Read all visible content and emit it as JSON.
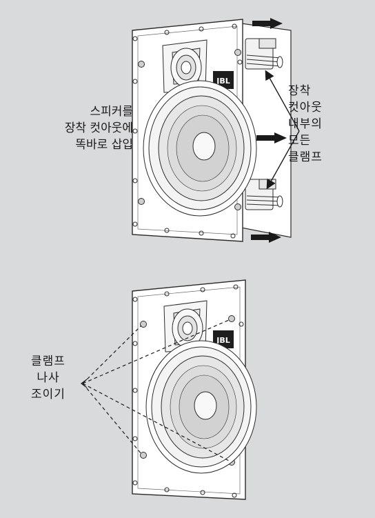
{
  "labels": {
    "insert": [
      "스피커를",
      "장착 컷아웃에",
      "똑바로 삽입"
    ],
    "clamps": [
      "장착",
      "컷아웃",
      "내부의",
      "모든",
      "클램프"
    ],
    "screw": [
      "클램프",
      "나사",
      "조이기"
    ]
  },
  "logo_text": "JBL",
  "colors": {
    "background": "#d9dadb",
    "line": "#2a2a2a",
    "panel": "#ffffff"
  }
}
